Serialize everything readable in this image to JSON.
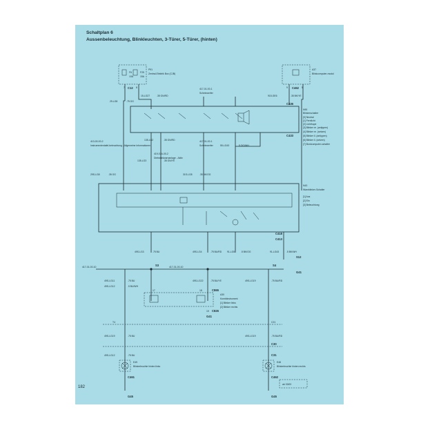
{
  "title": "Schaltplan 6",
  "subtitle": "Aussenbeleuchtung, Blinkleuchten, 3-Türer, 5-Türer, (hinten)",
  "page_number": "182",
  "top_left_module": {
    "id": "P91",
    "label": "Zentral-Elektrik Box (CJB)",
    "fuses": [
      "F6",
      "F25"
    ],
    "values": [
      "10A",
      "15A"
    ],
    "connector": "C12",
    "pins": [
      "7",
      "8"
    ]
  },
  "top_right_module": {
    "id": "A37",
    "label": "Blinkcomputer-modul",
    "connector": "C462",
    "pins": [
      "9",
      "5"
    ]
  },
  "ref_top": "417-01-00-1",
  "ref_top_label": "Scheinwerfer",
  "ref_mid": "417-01-00-1",
  "ref_mid_label": "Scheinwerfer",
  "ref_left": "413-00-00-2",
  "ref_left_label": "Instrumententafel-beleuchtung - Allgemeine Informationen",
  "ref_dim": "419-01A-00-2",
  "ref_dim_label": "Diebstahlwarnanlage - Aktiv",
  "wires_top": [
    "29-LG8",
    ".75 OG",
    "15-LG27",
    ".35 GN/RD",
    "915-GE6",
    ".35 BK/YE"
  ],
  "wires_mid": [
    "135-LG2",
    ".35 GN/RD",
    "55-LG43",
    ".5 OG/WH",
    "135-LG3",
    ".35 GN/YE",
    "29S-LG8",
    ".35 OG",
    "31S-LG8",
    ".35 BK/OG"
  ],
  "switch_n90": {
    "id": "N90",
    "label": "Blinkerschalter",
    "modes": [
      "[0] Neutral",
      "[1] Fernlicht",
      "[2] Lichthupe",
      "[3] Blinker re. (antippen)",
      "[4] Blinker re. (setzen)",
      "[5] Blinker li. (antippen)",
      "[6] Blinker li. (setzen)",
      "[7] Bordcomputer-schalter"
    ],
    "connectors": [
      "C436",
      "C433"
    ]
  },
  "switch_n43": {
    "id": "N43",
    "label": "Warnblinker-Schalter",
    "modes": [
      "[1] Aus",
      "[2] Ein",
      "[3] Beleuchtung"
    ]
  },
  "connectors_mid": [
    "C418",
    "C413"
  ],
  "wires_low": [
    "49S-LG3",
    ".75 BU",
    "49S-LG4",
    ".75 BU/RD",
    "91-LG5",
    ".5 BK/OG",
    "91-LG43",
    ".5 BK/WH"
  ],
  "splices": [
    "S3",
    "S4",
    "S12",
    "G41"
  ],
  "ref_low_left": "417-01-00-10",
  "ref_low_right": "417-01-00-10",
  "wires_lower": [
    "49S-LG11",
    ".75 BU",
    "49S-LG22",
    ".75 BU/YE",
    "49S-LG19",
    ".75 BU/RD",
    "49S-LG12",
    ".5 BU/WH"
  ],
  "cluster": {
    "id": "A30",
    "label": "Kombiinstrument",
    "items": [
      "[1] Blinker links",
      "[2] Blinker rechts"
    ],
    "connectors": [
      "C865",
      "C826"
    ],
    "pins": [
      "17",
      "18",
      "19",
      "G41"
    ]
  },
  "wires_bottom": [
    "T4",
    "C21",
    "49S-LG19",
    ".75 BU",
    "49S-LG19",
    ".75 BU/RD",
    "49S-LG12",
    ".75 BU",
    "C30",
    "C31"
  ],
  "lamp_left": {
    "id": "E49",
    "label": "Blinkerleuchte hinten links",
    "connector": "C461",
    "ground": "G45"
  },
  "lamp_right": {
    "id": "E48",
    "label": "Blinkerleuchte hinten rechts",
    "connector": "C462",
    "ground": "G45"
  },
  "note_box": "ab 03/00"
}
